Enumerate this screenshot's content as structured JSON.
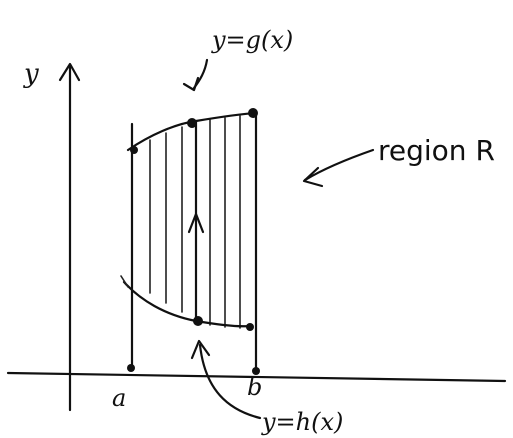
{
  "labels": {
    "y_axis": "y",
    "upper_curve": "y=g(x)",
    "lower_curve": "y=h(x)",
    "region": "region R",
    "a": "a",
    "b": "b"
  }
}
